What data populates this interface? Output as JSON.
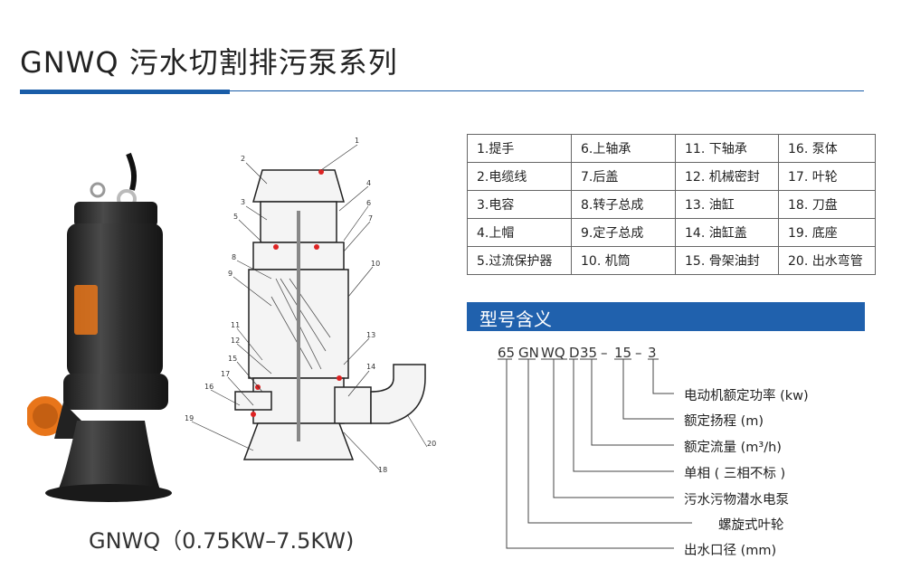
{
  "title": "GNWQ 污水切割排污泵系列",
  "caption": "GNWQ（0.75KW–7.5KW)",
  "parts_table": [
    [
      "1.提手",
      "6.上轴承",
      "11. 下轴承",
      "16. 泵体"
    ],
    [
      "2.电缆线",
      "7.后盖",
      "12. 机械密封",
      "17. 叶轮"
    ],
    [
      "3.电容",
      "8.转子总成",
      "13. 油缸",
      "18. 刀盘"
    ],
    [
      "4.上帽",
      "9.定子总成",
      "14. 油缸盖",
      "19. 底座"
    ],
    [
      "5.过流保护器",
      "10. 机筒",
      "15. 骨架油封",
      "20. 出水弯管"
    ]
  ],
  "model_heading": "型号含义",
  "model_code": {
    "c1": "65",
    "c2": "GN",
    "c3": "WQ",
    "c4": "D",
    "c5": "35",
    "d1": "–",
    "c6": "15",
    "d2": "–",
    "c7": "3"
  },
  "model_meanings": [
    "电动机额定功率 (kw)",
    "额定扬程 (m)",
    "额定流量 (m³/h)",
    "单相 ( 三相不标 )",
    "污水污物潜水电泵",
    "螺旋式叶轮",
    "出水口径 (mm)"
  ],
  "diagram_numbers": [
    "1",
    "2",
    "3",
    "4",
    "5",
    "6",
    "7",
    "8",
    "9",
    "10",
    "11",
    "12",
    "13",
    "14",
    "15",
    "16",
    "17",
    "18",
    "19",
    "20"
  ],
  "colors": {
    "accent": "#2061ad",
    "rule": "#1a5da8",
    "pump_body": "#2b2b2b",
    "badge": "#e8751a"
  }
}
